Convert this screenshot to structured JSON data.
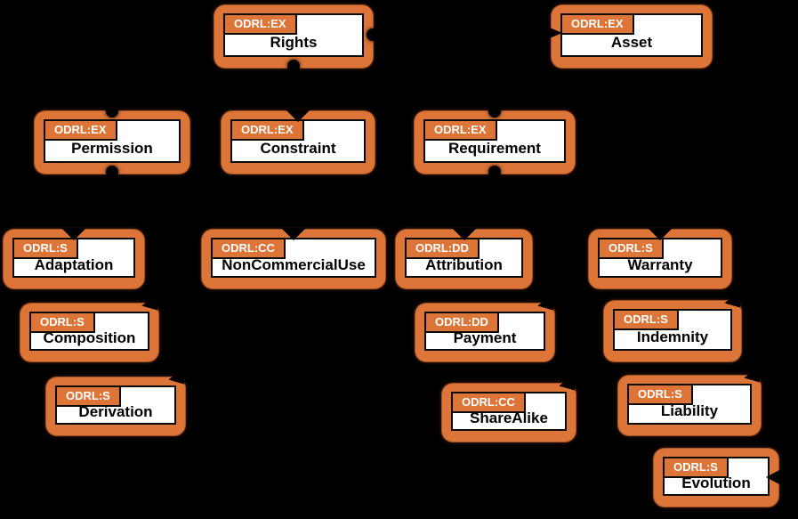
{
  "diagram": {
    "name": "ODRL model diagram",
    "colors": {
      "background": "#000000",
      "node_fill": "#DD7438",
      "node_inner": "#FFFFFF",
      "border": "#000000",
      "tag_text": "#FFFFFF",
      "label_text": "#000000",
      "connector": "#000000"
    },
    "nodes": [
      {
        "tag": "ODRL:EX",
        "label": "Rights"
      },
      {
        "tag": "ODRL:EX",
        "label": "Asset"
      },
      {
        "tag": "ODRL:EX",
        "label": "Permission"
      },
      {
        "tag": "ODRL:EX",
        "label": "Constraint"
      },
      {
        "tag": "ODRL:EX",
        "label": "Requirement"
      },
      {
        "tag": "ODRL:S",
        "label": "Adaptation"
      },
      {
        "tag": "ODRL:CC",
        "label": "NonCommercialUse"
      },
      {
        "tag": "ODRL:DD",
        "label": "Attribution"
      },
      {
        "tag": "ODRL:S",
        "label": "Warranty"
      },
      {
        "tag": "ODRL:S",
        "label": "Composition"
      },
      {
        "tag": "ODRL:DD",
        "label": "Payment"
      },
      {
        "tag": "ODRL:S",
        "label": "Indemnity"
      },
      {
        "tag": "ODRL:S",
        "label": "Derivation"
      },
      {
        "tag": "ODRL:CC",
        "label": "ShareAlike"
      },
      {
        "tag": "ODRL:S",
        "label": "Liability"
      },
      {
        "tag": "ODRL:S",
        "label": "Evolution"
      }
    ]
  }
}
